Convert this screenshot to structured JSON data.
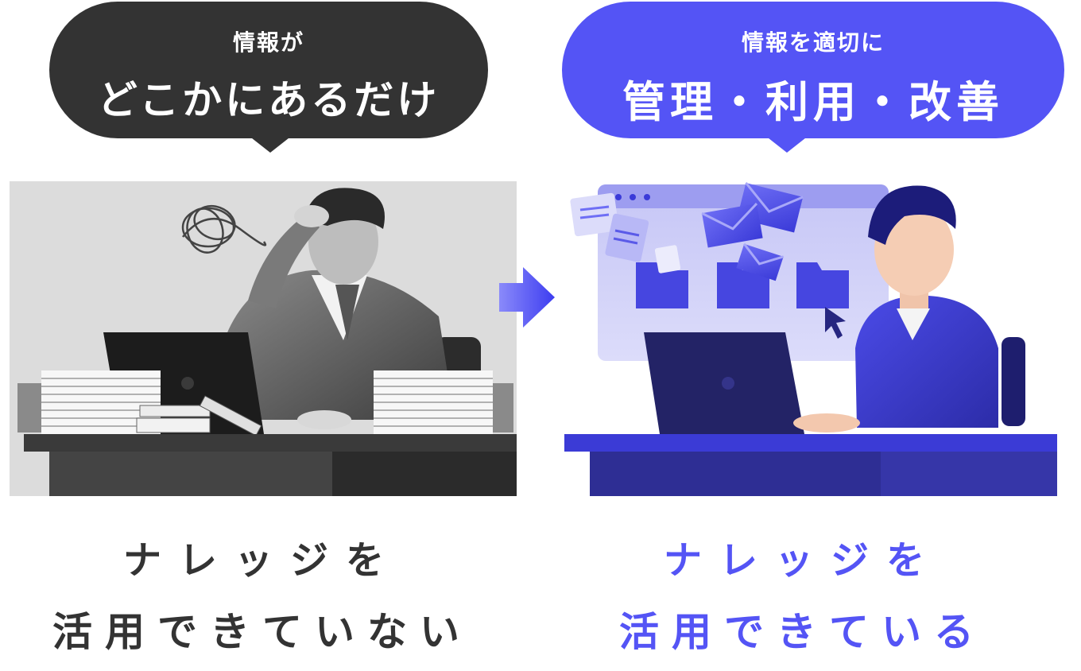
{
  "left": {
    "bubble_small": "情報が",
    "bubble_big": "どこかにあるだけ",
    "caption_line1": "ナレッジを",
    "caption_line2": "活用できていない"
  },
  "right": {
    "bubble_small": "情報を適切に",
    "bubble_big": "管理・利用・改善",
    "caption_line1": "ナレッジを",
    "caption_line2": "活用できている"
  },
  "colors": {
    "dark": "#333333",
    "accent": "#5454f5",
    "accent_deep": "#2e2e94"
  }
}
